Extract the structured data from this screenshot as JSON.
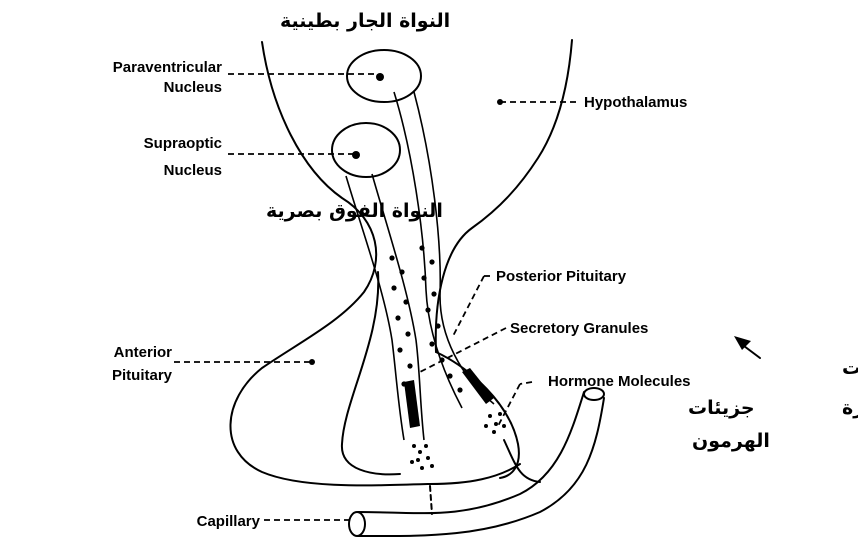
{
  "labels": {
    "paraventricular_1": "Paraventricular",
    "paraventricular_2": "Nucleus",
    "supraoptic_1": "Supraoptic",
    "supraoptic_2": "Nucleus",
    "hypothalamus": "Hypothalamus",
    "posterior_pituitary": "Posterior  Pituitary",
    "secretory_granules": "Secretory  Granules",
    "hormone_molecules": "Hormone  Molecules",
    "anterior_1": "Anterior",
    "anterior_2": "Pituitary",
    "capillary": "Capillary"
  },
  "arabic": {
    "paraventricular": "النواة الجار بطينية",
    "supraoptic": "النواة الفوق بصرية",
    "granules_1": "الحبيبات",
    "granules_2": "المفرزة",
    "hormone_1": "جزيئات",
    "hormone_2": "الهرمون"
  }
}
